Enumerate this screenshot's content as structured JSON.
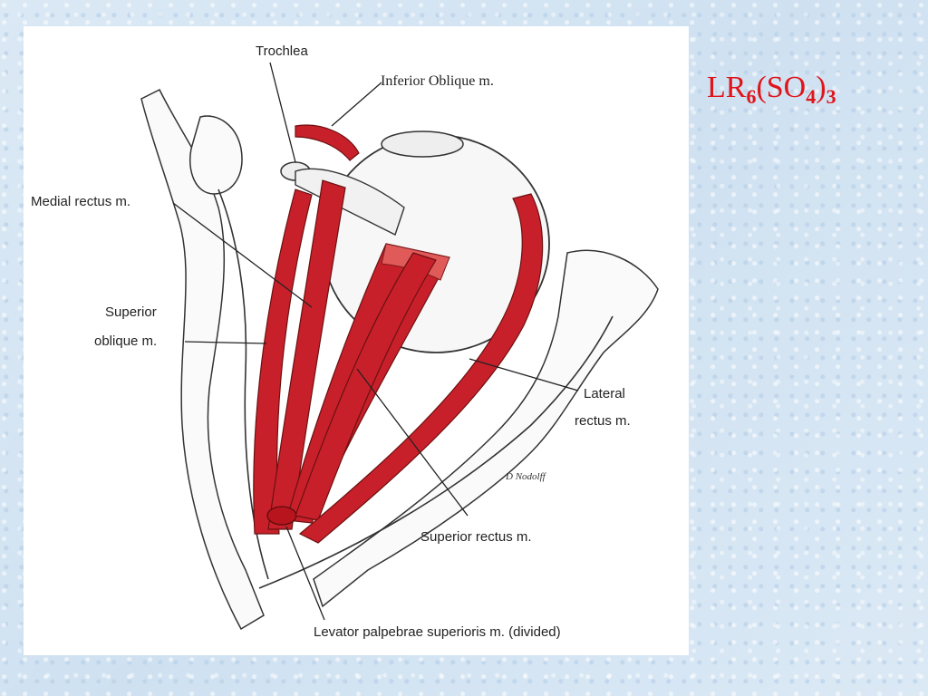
{
  "formula": {
    "part1": "LR",
    "sub1": "6",
    "part2": "(SO",
    "sub2": "4",
    "part3": ")",
    "sub3": "3",
    "color": "#e0141b"
  },
  "diagram": {
    "labels": {
      "trochlea": "Trochlea",
      "inferior_oblique": "Inferior Oblique m.",
      "medial_rectus": "Medial rectus m.",
      "superior_oblique_1": "Superior",
      "superior_oblique_2": "oblique m.",
      "lateral_rectus_1": "Lateral",
      "lateral_rectus_2": "rectus m.",
      "superior_rectus": "Superior rectus m.",
      "levator": "Levator palpebrae superioris m. (divided)",
      "signature": "D Nodolff"
    },
    "colors": {
      "muscle": "#c8202a",
      "background": "#d7e6f3"
    }
  }
}
